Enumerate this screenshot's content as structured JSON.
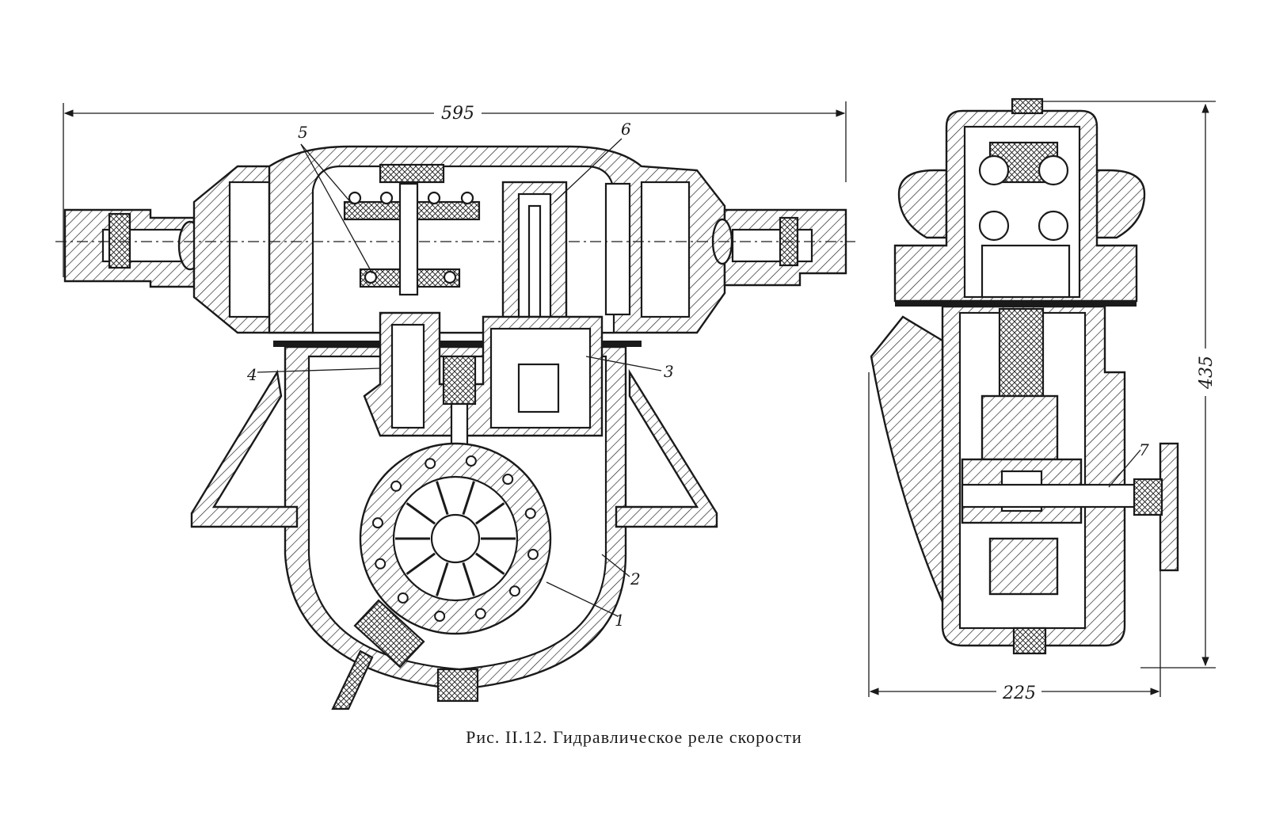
{
  "caption": "Рис. II.12. Гидравлическое реле скорости",
  "dimensions": {
    "width_overall": "595",
    "width_side": "225",
    "height_side": "435"
  },
  "callouts": {
    "c1": "1",
    "c2": "2",
    "c3": "3",
    "c4": "4",
    "c5": "5",
    "c6": "6",
    "c7": "7"
  }
}
